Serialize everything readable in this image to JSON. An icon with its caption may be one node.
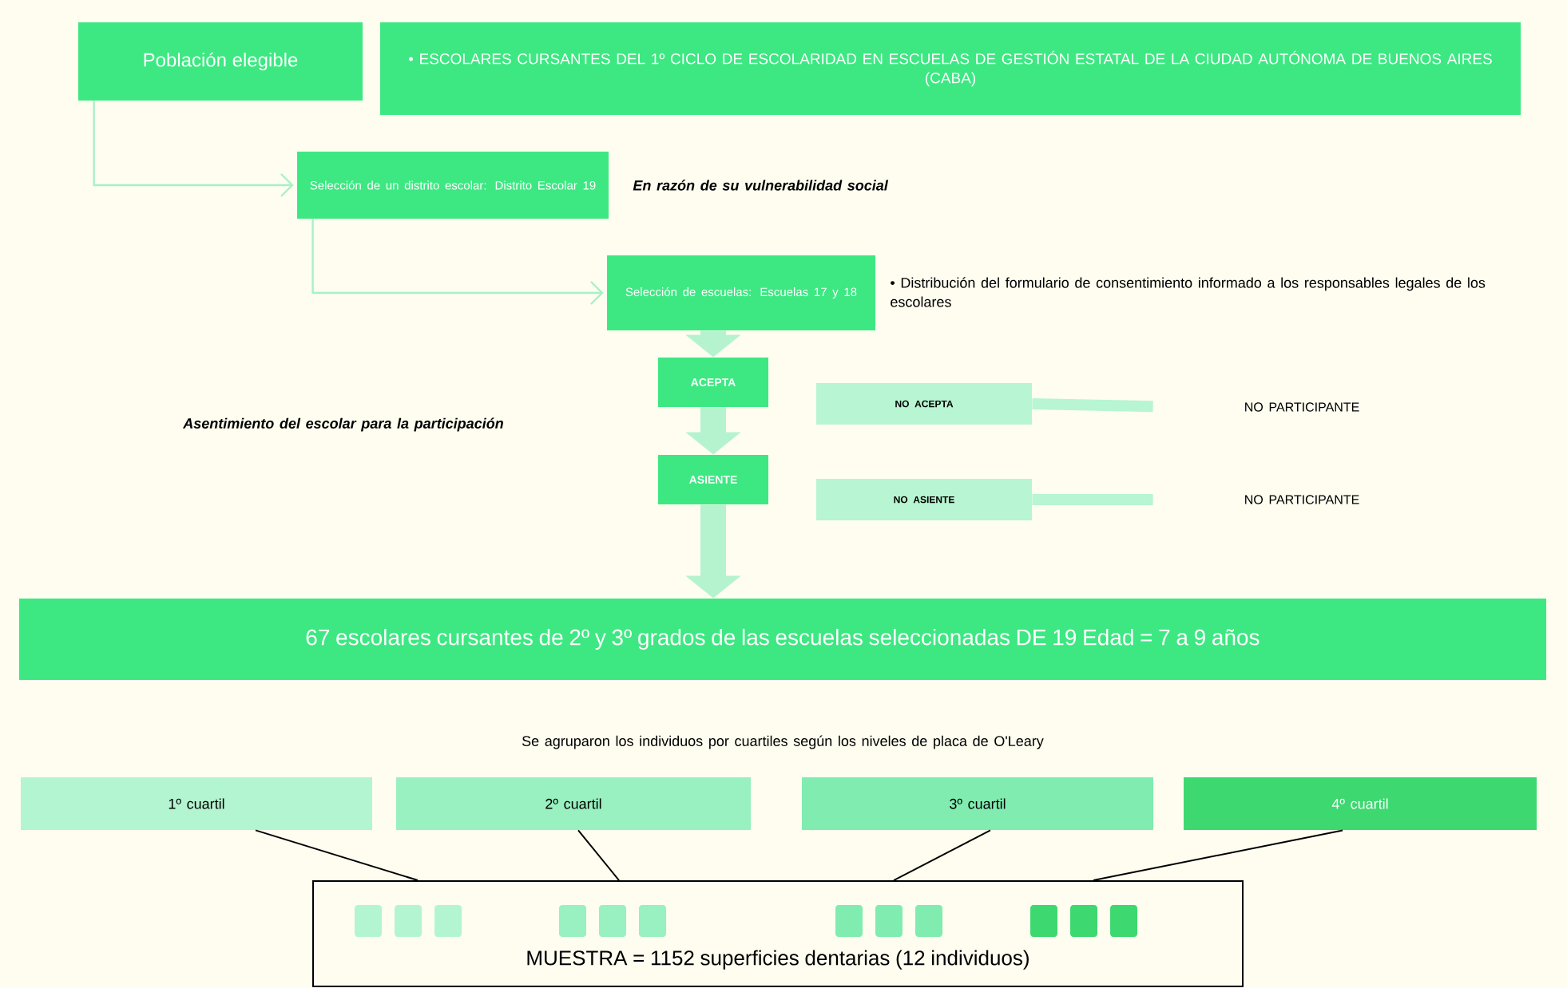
{
  "diagram": {
    "nodes": [
      {
        "text": [
          "Población elegible"
        ]
      },
      {
        "text": [
          "• ESCOLARES CURSANTES DEL 1º CICLO DE ESCOLARIDAD EN ESCUELAS DE GESTIÓN ESTATAL DE LA CIUDAD AUTÓNOMA DE BUENOS AIRES (CABA)"
        ]
      },
      {
        "text": [
          "Selección de un distrito escolar: Distrito Escolar 19"
        ],
        "beside": [
          "En razón de su vulnerabilidad social"
        ]
      },
      {
        "text": [
          "Selección de escuelas: Escuelas 17 y 18"
        ],
        "beside": [
          "• Distribución del formulario de consentimiento informado a los responsables legales de los escolares"
        ]
      },
      {
        "text": [
          "ACEPTA"
        ]
      },
      {
        "text": [
          "NO ACEPTA"
        ]
      },
      {
        "text": [
          "NO PARTICIPANTE"
        ]
      },
      {
        "text": [
          "ASIENTE"
        ]
      },
      {
        "text": [
          "NO ASIENTE"
        ]
      },
      {
        "text": [
          "NO PARTICIPANTE"
        ]
      },
      {
        "text": [
          "67 escolares cursantes de 2º y 3º grados de las escuelas seleccionadas DE 19 Edad = 7 a 9 años"
        ]
      },
      {
        "text": [
          "1º cuartil"
        ]
      },
      {
        "text": [
          "2º cuartil"
        ]
      },
      {
        "text": [
          "3º cuartil"
        ]
      },
      {
        "text": [
          "4º cuartil"
        ]
      },
      {
        "text": [
          "MUESTRA = 1152 superficies dentarias (12 individuos)"
        ]
      }
    ],
    "edges": [
      {
        "from": 0,
        "to": 2,
        "arrow": "to",
        "color": "#a8f0c8"
      },
      {
        "from": 2,
        "to": 3,
        "arrow": "to",
        "color": "#a8f0c8"
      },
      {
        "from": 3,
        "to": 4,
        "arrow": "to",
        "style": "thick",
        "color": "#b5f3cf"
      },
      {
        "from": 4,
        "to": 7,
        "arrow": "to",
        "style": "thick",
        "color": "#b5f3cf"
      },
      {
        "from": 7,
        "to": 10,
        "arrow": "to",
        "style": "thick",
        "color": "#b5f3cf"
      },
      {
        "from": 5,
        "to": 6,
        "arrow": "none",
        "style": "thick",
        "color": "#b8f5d2"
      },
      {
        "from": 8,
        "to": 9,
        "arrow": "none",
        "style": "thick",
        "color": "#b8f5d2"
      },
      {
        "from": 11,
        "to": 15,
        "arrow": "none",
        "color": "#000000"
      },
      {
        "from": 12,
        "to": 15,
        "arrow": "none",
        "color": "#000000"
      },
      {
        "from": 13,
        "to": 15,
        "arrow": "none",
        "color": "#000000"
      },
      {
        "from": 14,
        "to": 15,
        "arrow": "none",
        "color": "#000000"
      }
    ],
    "labels": [
      "Asentimiento del escolar para la participación",
      "Se agruparon los individuos por cuartiles según los niveles de placa de O'Leary"
    ]
  }
}
